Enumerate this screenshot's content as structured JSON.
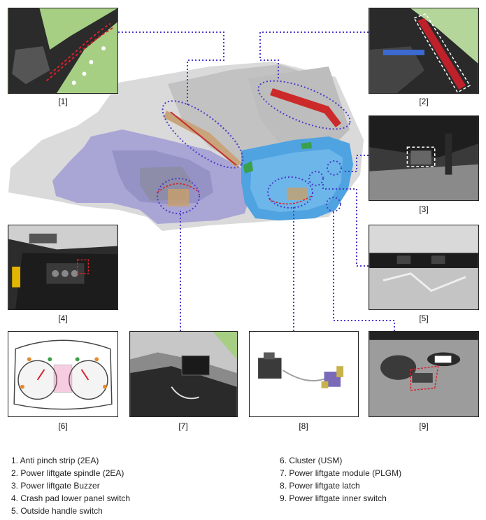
{
  "photos": [
    {
      "id": "p1",
      "label": "[1]"
    },
    {
      "id": "p2",
      "label": "[2]"
    },
    {
      "id": "p3",
      "label": "[3]"
    },
    {
      "id": "p4",
      "label": "[4]"
    },
    {
      "id": "p5",
      "label": "[5]"
    },
    {
      "id": "p6",
      "label": "[6]"
    },
    {
      "id": "p7",
      "label": "[7]"
    },
    {
      "id": "p8",
      "label": "[8]"
    },
    {
      "id": "p9",
      "label": "[9]"
    }
  ],
  "legend_left": [
    "1. Anti pinch strip (2EA)",
    "2. Power liftgate spindle (2EA)",
    "3. Power liftgate Buzzer",
    "4. Crash pad lower panel switch",
    "5. Outside handle switch"
  ],
  "legend_right": [
    "6. Cluster (USM)",
    "7. Power liftgate module (PLGM)",
    "8. Power liftgate latch",
    "9. Power liftgate inner switch"
  ],
  "colors": {
    "leader": "#4a3cc8",
    "highlight": "#d8202a",
    "body_panel": "#a9a6d6",
    "liftgate_inner": "#4fa3e0"
  }
}
